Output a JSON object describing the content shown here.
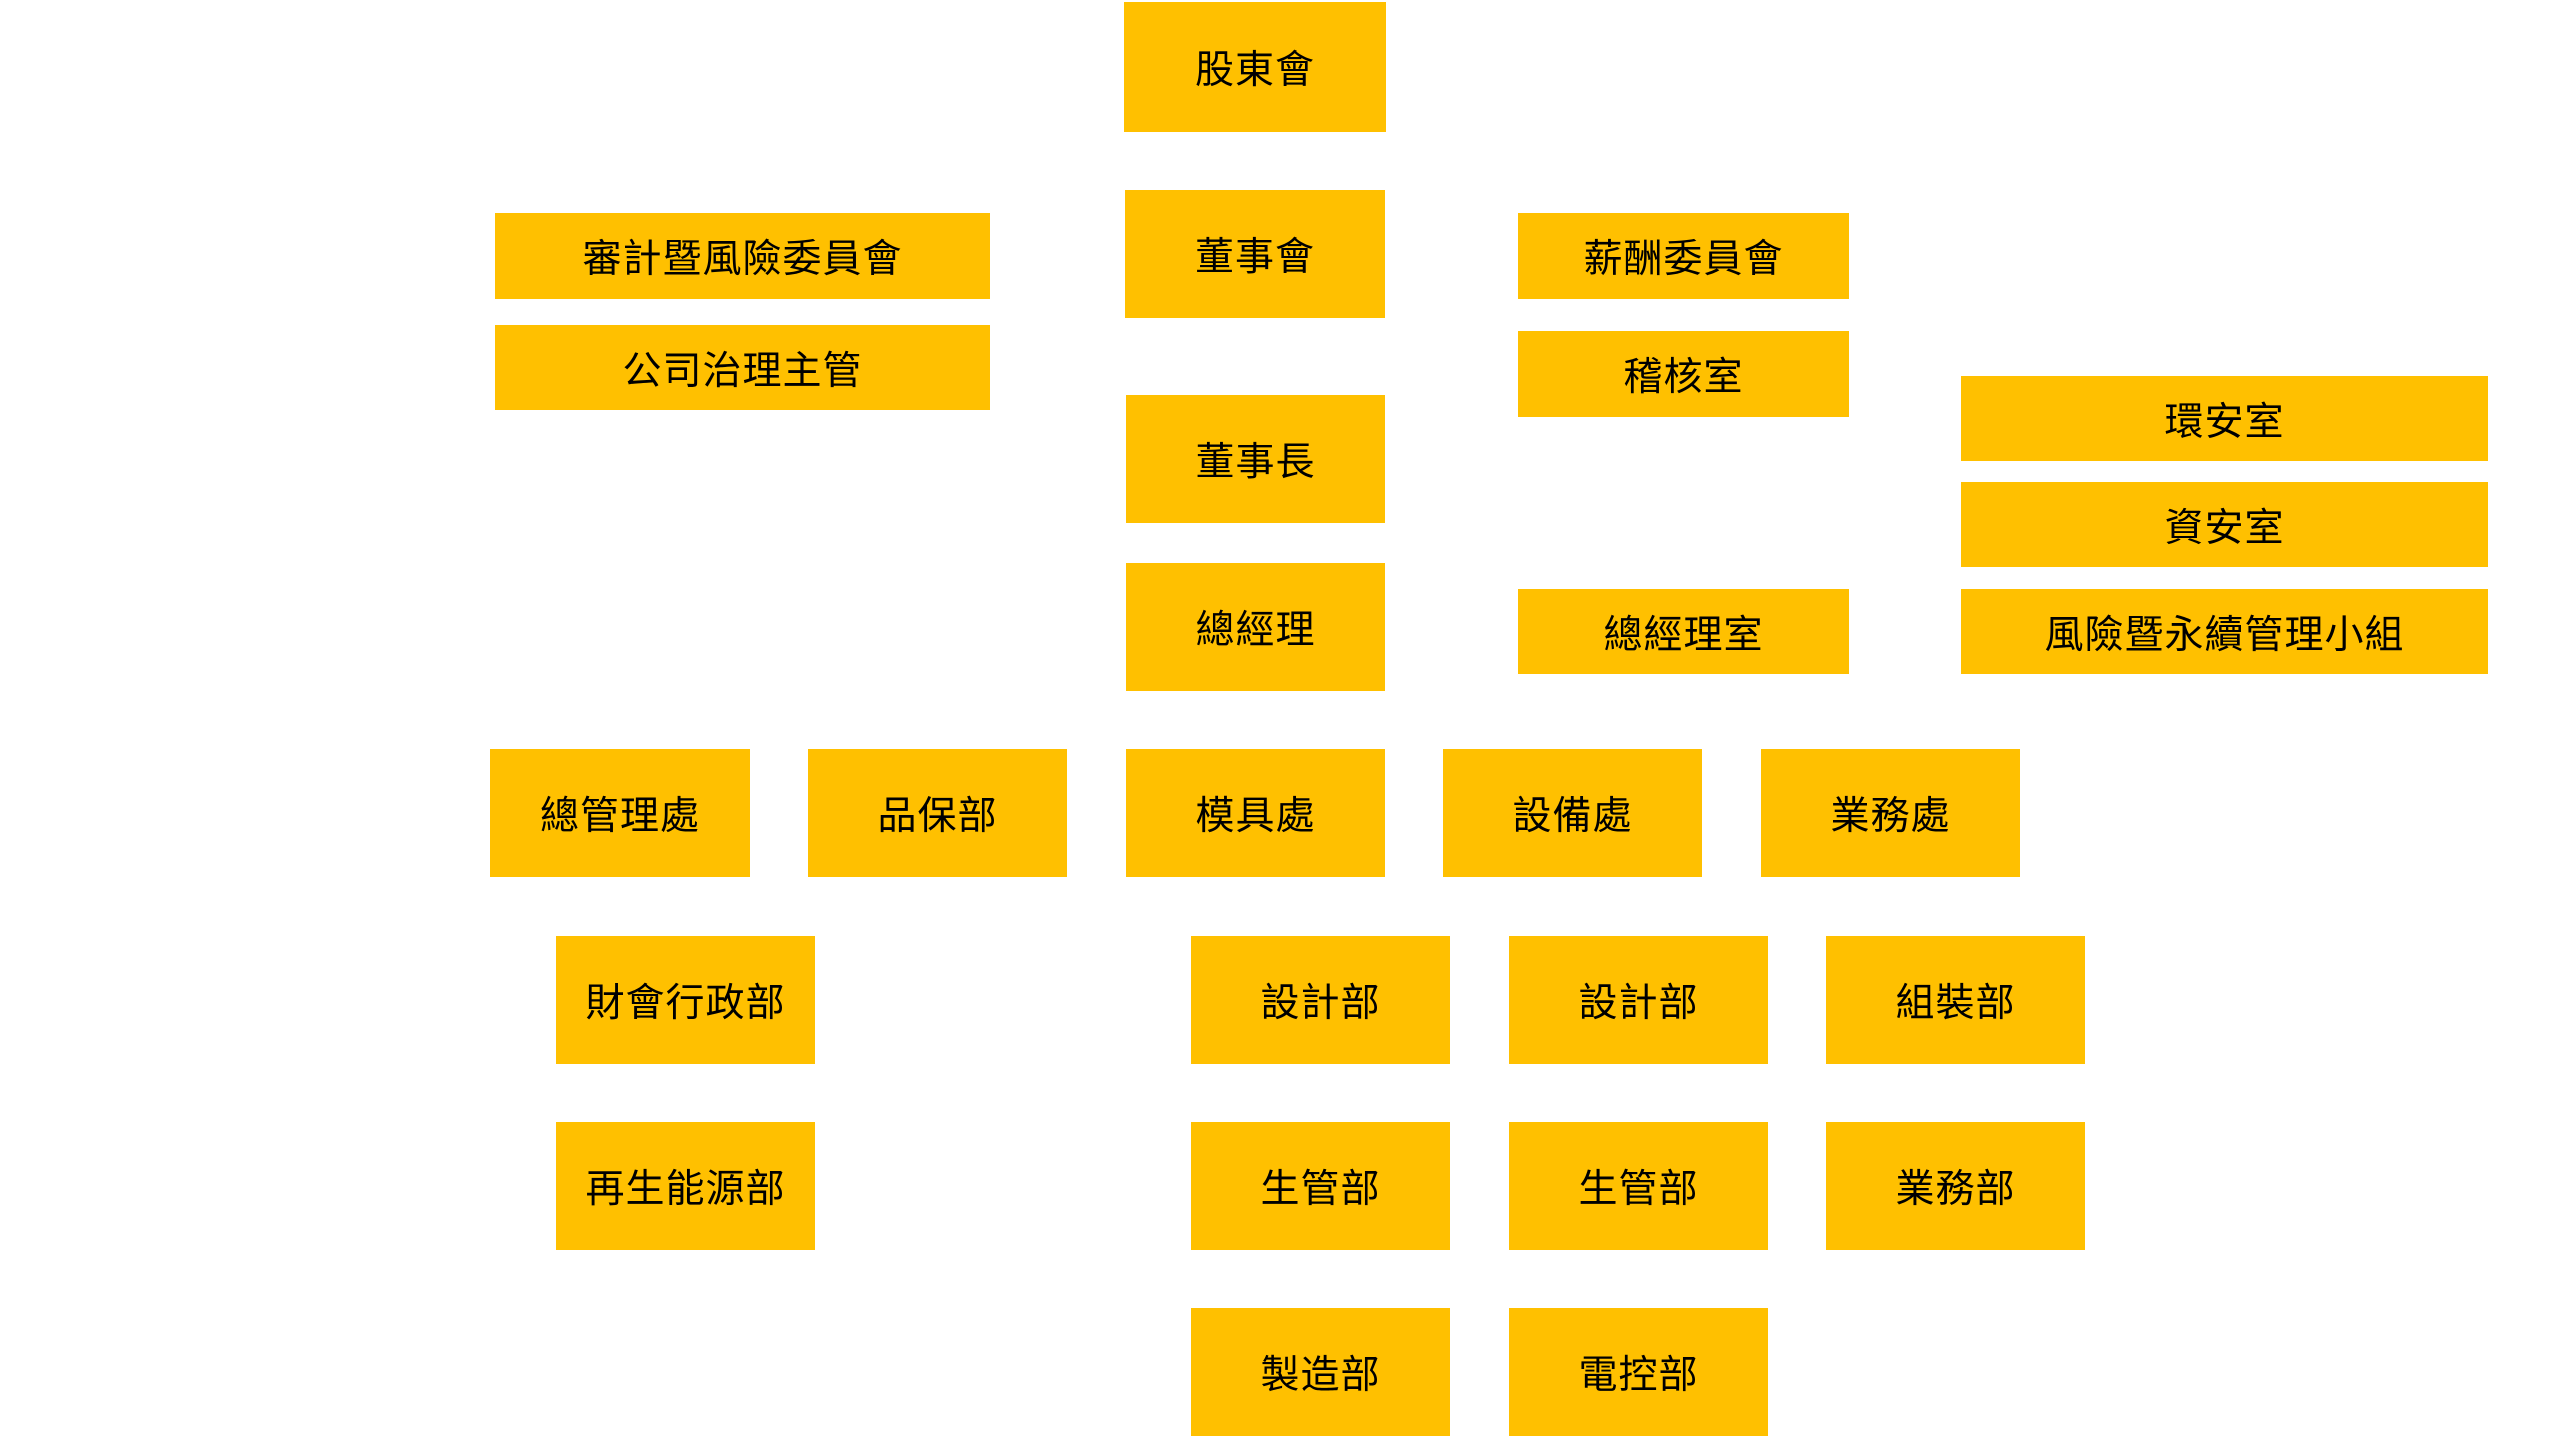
{
  "title": "組織圖",
  "colors": {
    "box": "#FFC000",
    "text": "#000000",
    "background": "#FFFFFF"
  },
  "nodes": {
    "shareholders": "股東會",
    "audit_risk_committee": "審計暨風險委員會",
    "corp_governance": "公司治理主管",
    "board": "董事會",
    "compensation_committee": "薪酬委員會",
    "audit_office": "稽核室",
    "chairman": "董事長",
    "env_safety": "環安室",
    "info_security": "資安室",
    "president": "總經理",
    "president_office": "總經理室",
    "risk_sustainability": "風險暨永續管理小組",
    "general_mgmt": "總管理處",
    "quality": "品保部",
    "mold": "模具處",
    "equipment": "設備處",
    "sales_div": "業務處",
    "finance_admin": "財會行政部",
    "renewable": "再生能源部",
    "mold_design": "設計部",
    "equip_design": "設計部",
    "assembly": "組裝部",
    "mold_production_ctrl": "生管部",
    "equip_production_ctrl": "生管部",
    "sales_dept": "業務部",
    "manufacturing": "製造部",
    "electrical_control": "電控部"
  }
}
